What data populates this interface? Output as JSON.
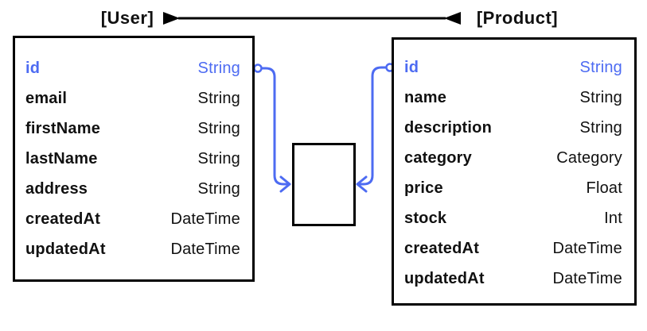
{
  "header": {
    "left_entity_label": "[User]",
    "right_entity_label": "[Product]"
  },
  "entities": [
    {
      "name": "[User]",
      "fields": [
        {
          "name": "id",
          "type": "String",
          "highlighted": true
        },
        {
          "name": "email",
          "type": "String"
        },
        {
          "name": "firstName",
          "type": "String"
        },
        {
          "name": "lastName",
          "type": "String"
        },
        {
          "name": "address",
          "type": "String"
        },
        {
          "name": "createdAt",
          "type": "DateTime"
        },
        {
          "name": "updatedAt",
          "type": "DateTime"
        }
      ]
    },
    {
      "name": "[Product]",
      "fields": [
        {
          "name": "id",
          "type": "String",
          "highlighted": true
        },
        {
          "name": "name",
          "type": "String"
        },
        {
          "name": "description",
          "type": "String"
        },
        {
          "name": "category",
          "type": "Category"
        },
        {
          "name": "price",
          "type": "Float"
        },
        {
          "name": "stock",
          "type": "Int"
        },
        {
          "name": "createdAt",
          "type": "DateTime"
        },
        {
          "name": "updatedAt",
          "type": "DateTime"
        }
      ]
    }
  ],
  "colors": {
    "accent_blue": "#4D6BF2",
    "line_black": "#000000",
    "text": "#111111",
    "background": "#ffffff"
  }
}
